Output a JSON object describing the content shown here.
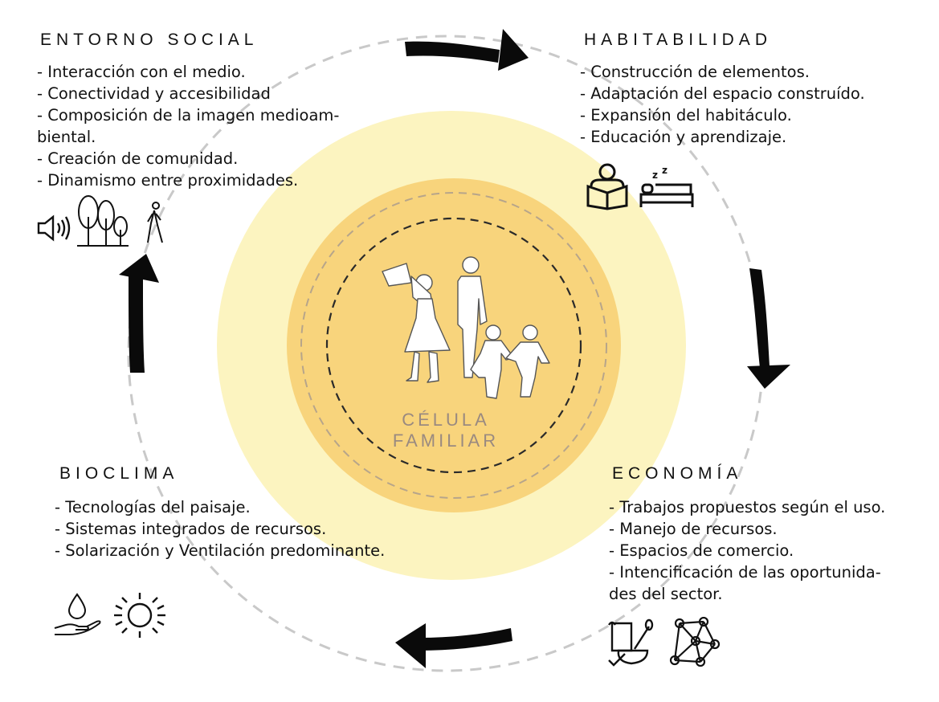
{
  "center": {
    "line1": "CÉLULA",
    "line2": "FAMILIAR"
  },
  "sections": {
    "entorno_social": {
      "title": "ENTORNO SOCIAL",
      "items": [
        "- Interacción con el medio.",
        "- Conectividad y accesibilidad",
        "- Composición de la imagen medioam-",
        "biental.",
        "- Creación de comunidad.",
        "- Dinamismo entre proximidades."
      ],
      "icons": [
        "speaker-icon",
        "trees-icon",
        "walking-person-icon"
      ]
    },
    "habitabilidad": {
      "title": "HABITABILIDAD",
      "items": [
        "- Construcción de elementos.",
        "- Adaptación del espacio construído.",
        "- Expansión del habitáculo.",
        "- Educación y aprendizaje."
      ],
      "icons": [
        "reading-person-icon",
        "sleeping-bed-icon"
      ]
    },
    "bioclima": {
      "title": "BIOCLIMA",
      "items": [
        "- Tecnologías del paisaje.",
        "- Sistemas integrados de recursos.",
        "- Solarización y Ventilación predominante."
      ],
      "icons": [
        "water-drop-hand-icon",
        "sun-icon"
      ]
    },
    "economia": {
      "title": "ECONOMÍA",
      "items": [
        "- Trabajos propuestos según el uso.",
        "- Manejo de recursos.",
        "- Espacios de comercio.",
        "- Intencificación de las oportunida-",
        "des del sector."
      ],
      "icons": [
        "baking-tools-icon",
        "network-icon"
      ]
    }
  },
  "colors": {
    "outer_circle": "#fcf4c0",
    "middle_circle": "#f9d77e",
    "inner_circle": "#f6ce72",
    "dashed_ring": "#c9c9c9",
    "arrows": "#0a0a0a",
    "center_text": "#9a8a80"
  }
}
